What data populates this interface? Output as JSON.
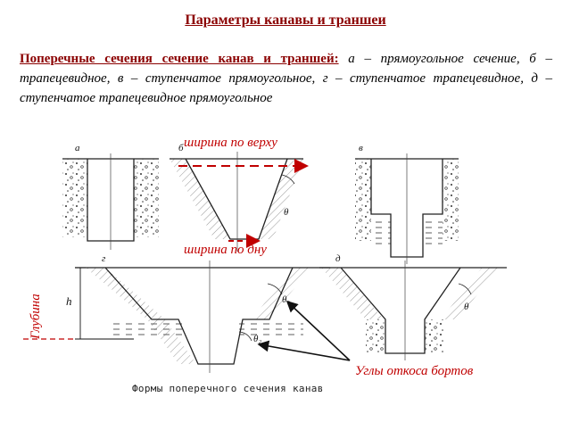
{
  "title": "Параметры канавы и траншеи",
  "description": {
    "lead": "Поперечные сечения сечение канав и траншей:",
    "rest": " а – прямоугольное сечение, б – трапецевидное, в – ступенчатое прямоугольное, г – ступенчатое трапецевидное, д – ступенчатое трапецевидное прямоугольное"
  },
  "figure": {
    "caption": "Формы поперечного сечения канав",
    "letters": {
      "a": "а",
      "b": "б",
      "v": "в",
      "g": "г",
      "d": "д"
    },
    "symbols": {
      "h": "h",
      "theta": "θ",
      "theta1": "θ₁",
      "theta2": "θ₂"
    }
  },
  "annotations": {
    "top_width": "ширина по верху",
    "bottom_width": "ширина по дну",
    "depth": "Глубина",
    "slope_angles": "Углы откоса бортов"
  },
  "colors": {
    "accent": "#c00000",
    "title": "#8b0000",
    "line": "#222222"
  }
}
